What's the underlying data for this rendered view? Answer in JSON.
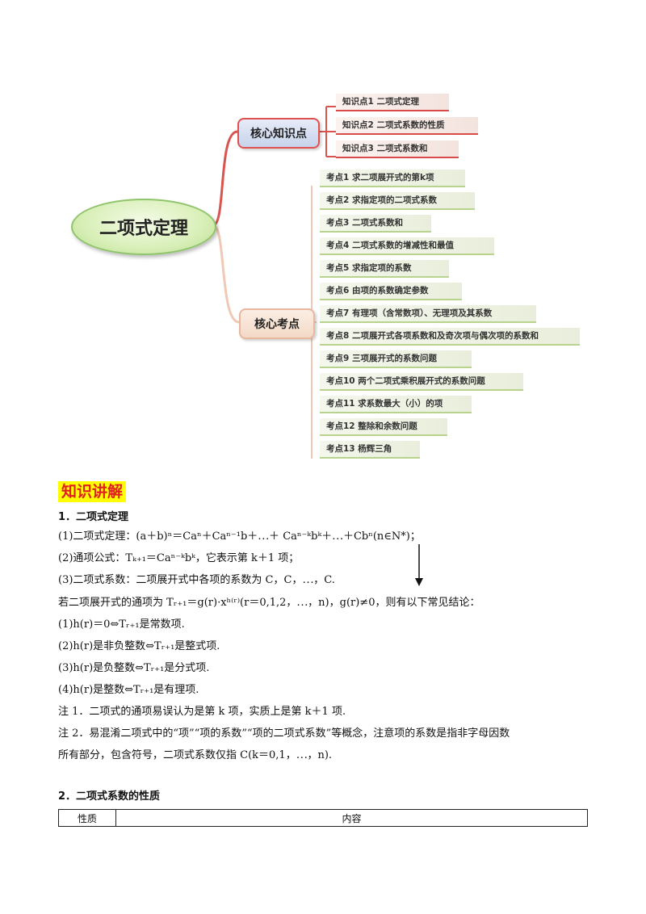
{
  "mindmap": {
    "root": "二项式定理",
    "core_branch": "核心知识点",
    "exam_branch": "核心考点",
    "knowledge_points": [
      "知识点1  二项式定理",
      "知识点2  二项式系数的性质",
      "知识点3  二项式系数和"
    ],
    "exam_points": [
      "考点1  求二项展开式的第k项",
      "考点2  求指定项的二项式系数",
      "考点3  二项式系数和",
      "考点4  二项式系数的增减性和最值",
      "考点5  求指定项的系数",
      "考点6  由项的系数确定参数",
      "考点7  有理项（含常数项）、无理项及其系数",
      "考点8  二项展开式各项系数和及奇次项与偶次项的系数和",
      "考点9  三项展开式的系数问题",
      "考点10  两个二项式乘积展开式的系数问题",
      "考点11  求系数最大（小）的项",
      "考点12  整除和余数问题",
      "考点13  杨辉三角"
    ],
    "colors": {
      "core_border": "#e05050",
      "leaf_red": "#d94b4b",
      "leaf_green": "#b7d38e",
      "connector": "#d9534f"
    }
  },
  "knowledge": {
    "title": "知识讲解",
    "section1": "1．二项式定理",
    "l1": "(1)二项式定理：(a＋b)ⁿ＝Caⁿ＋Caⁿ⁻¹b＋⋯＋ Caⁿ⁻ᵏbᵏ＋⋯＋Cbⁿ(n∈N*)；",
    "l2": "(2)通项公式：Tₖ₊₁＝Caⁿ⁻ᵏbᵏ，它表示第 k＋1 项；",
    "l3": "(3)二项式系数：二项展开式中各项的系数为 C，C，⋯，C.",
    "l4": "若二项展开式的通项为 Tᵣ₊₁＝g(r)·xʰ⁽ʳ⁾(r＝0,1,2，⋯，n)，g(r)≠0，则有以下常见结论：",
    "l5": "(1)h(r)＝0⇔Tᵣ₊₁是常数项.",
    "l6": "(2)h(r)是非负整数⇔Tᵣ₊₁是整式项.",
    "l7": "(3)h(r)是负整数⇔Tᵣ₊₁是分式项.",
    "l8": "(4)h(r)是整数⇔Tᵣ₊₁是有理项.",
    "note1": "注 1．二项式的通项易误认为是第 k 项，实质上是第 k＋1 项.",
    "note2a": "注 2．易混淆二项式中的“项”“项的系数”“项的二项式系数”等概念，注意项的系数是指非字母因数",
    "note2b": "所有部分，包含符号，二项式系数仅指 C(k＝0,1，⋯，n).",
    "section2": "2．二项式系数的性质",
    "table_headers": [
      "性质",
      "内容"
    ]
  }
}
